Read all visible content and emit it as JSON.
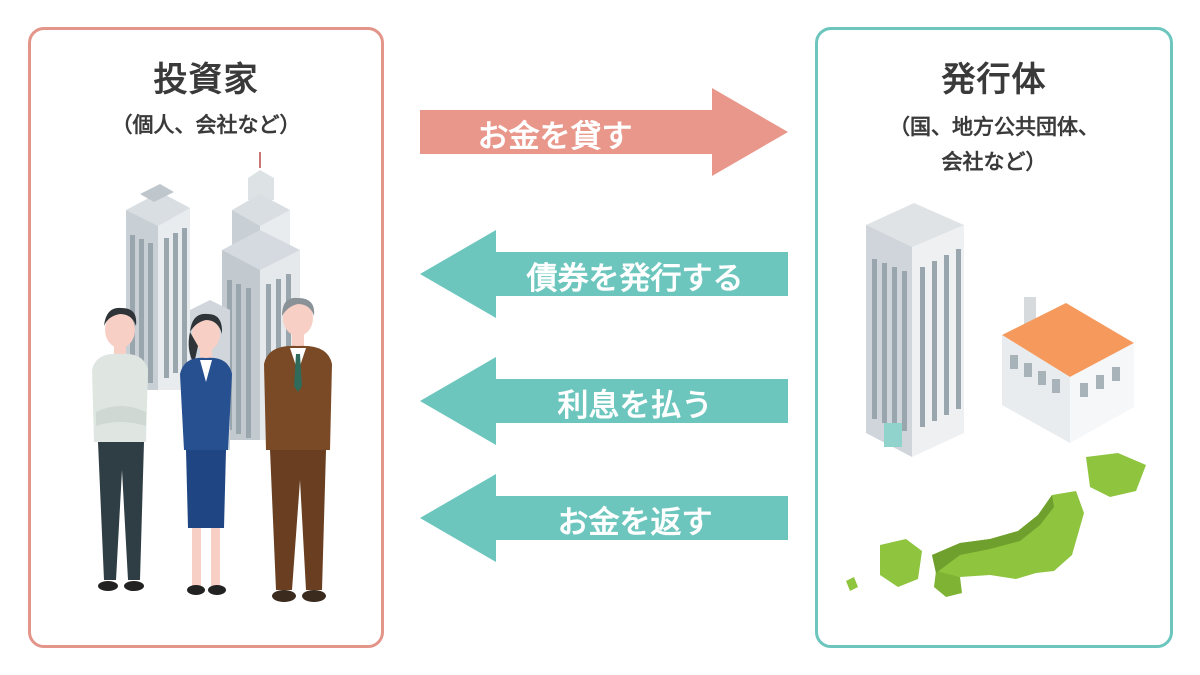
{
  "investor": {
    "title": "投資家",
    "subtitle": "（個人、会社など）"
  },
  "issuer": {
    "title": "発行体",
    "subtitle_line1": "（国、地方公共団体、",
    "subtitle_line2": "会社など）"
  },
  "flows": [
    {
      "label": "お金を貸す",
      "direction": "right",
      "color": "#e8978a"
    },
    {
      "label": "債券を発行する",
      "direction": "left",
      "color": "#6cc6bd"
    },
    {
      "label": "利息を払う",
      "direction": "left",
      "color": "#6cc6bd"
    },
    {
      "label": "お金を返す",
      "direction": "left",
      "color": "#6cc6bd"
    }
  ],
  "colors": {
    "investor_border": "#e3958a",
    "issuer_border": "#6cc6bd",
    "map_green": "#8fc43f",
    "roof_orange": "#f59a5c"
  }
}
